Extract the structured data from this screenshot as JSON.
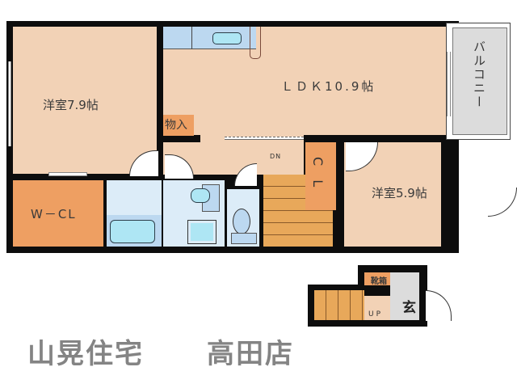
{
  "floor_plan": {
    "rooms": {
      "western_room_1": {
        "label": "洋室7.9帖"
      },
      "ldk": {
        "label": "ＬＤＫ10.9帖"
      },
      "balcony": {
        "label": "バルコニー"
      },
      "storage": {
        "label": "物入"
      },
      "walk_in_closet": {
        "label": "W－CL"
      },
      "closet": {
        "label": "C L"
      },
      "western_room_2": {
        "label": "洋室5.9帖"
      },
      "shoe_box": {
        "label": "靴箱"
      },
      "entrance": {
        "label": "玄"
      }
    },
    "stairs": {
      "down_label": "DN",
      "up_label": "UP"
    }
  },
  "footer": {
    "company": "山晃住宅",
    "branch": "高田店"
  },
  "colors": {
    "wall": "#0d0d0d",
    "room": "#f2d2b6",
    "closet": "#ee9f62",
    "wet_area": "#dcecf8",
    "balcony": "#dcdcdc",
    "footer_text": "#848484"
  }
}
